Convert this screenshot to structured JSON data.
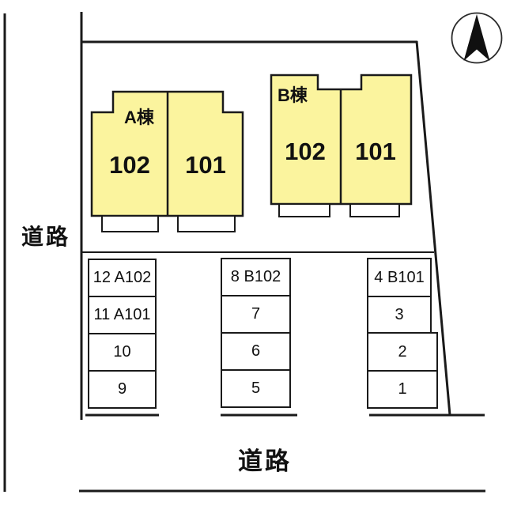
{
  "site_plan": {
    "road_label_left": "道路",
    "road_label_bottom": "道路",
    "compass_icon": "north-arrow-icon"
  },
  "buildings": [
    {
      "name": "A棟",
      "units": [
        {
          "number": "102"
        },
        {
          "number": "101"
        }
      ]
    },
    {
      "name": "B棟",
      "units": [
        {
          "number": "102"
        },
        {
          "number": "101"
        }
      ]
    }
  ],
  "parking": {
    "columns": [
      {
        "cells": [
          {
            "label": "12 A102"
          },
          {
            "label": "11 A101"
          },
          {
            "label": "10"
          },
          {
            "label": "9"
          }
        ]
      },
      {
        "cells": [
          {
            "label": "8 B102"
          },
          {
            "label": "7"
          },
          {
            "label": "6"
          },
          {
            "label": "5"
          }
        ]
      },
      {
        "cells": [
          {
            "label": "4 B101"
          },
          {
            "label": "3"
          },
          {
            "label": "2"
          },
          {
            "label": "1"
          }
        ]
      }
    ]
  },
  "colors": {
    "building_fill": "#FBF49E",
    "line": "#1A1A1A",
    "background": "#FFFFFF"
  }
}
